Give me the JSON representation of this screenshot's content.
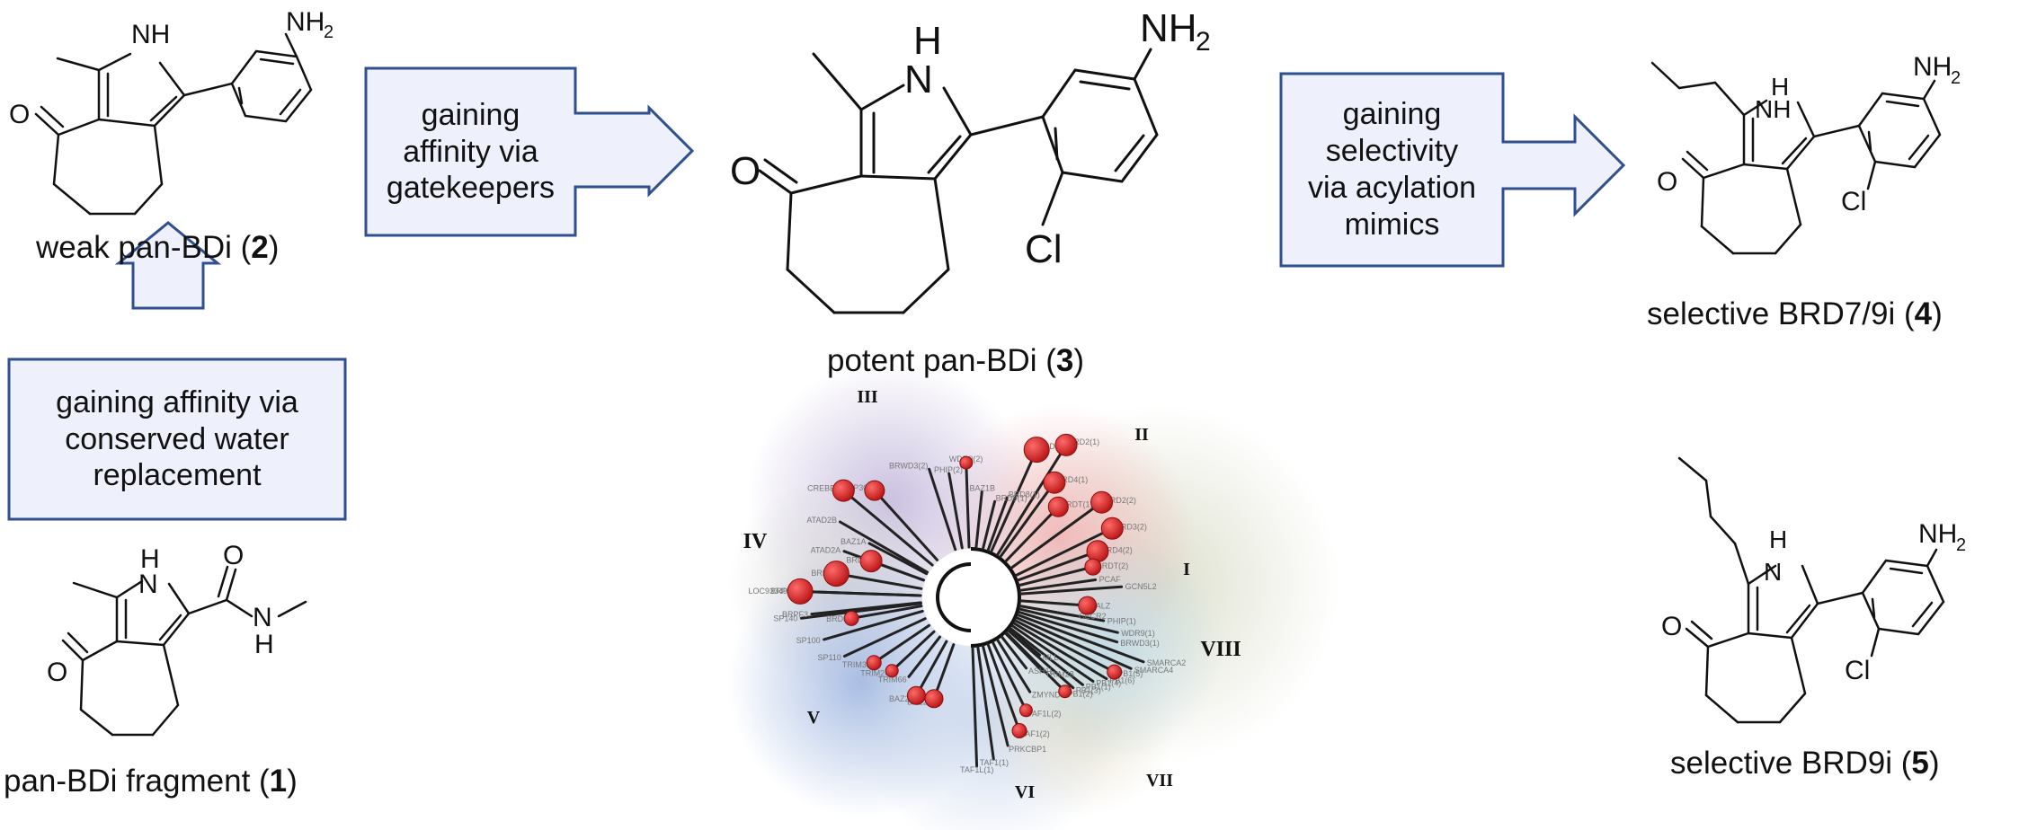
{
  "captions": {
    "c1": {
      "text": "pan-BDi fragment (",
      "num": "1",
      "end": ")"
    },
    "c2": {
      "text": "weak pan-BDi (",
      "num": "2",
      "end": ")"
    },
    "c3": {
      "text": "potent pan-BDi (",
      "num": "3",
      "end": ")"
    },
    "c4": {
      "text": "selective BRD7/9i (",
      "num": "4",
      "end": ")"
    },
    "c5": {
      "text": "selective BRD9i (",
      "num": "5",
      "end": ")"
    }
  },
  "arrows": {
    "up": [
      "gaining affinity via",
      "conserved water",
      "replacement"
    ],
    "right1": [
      "gaining",
      "affinity via",
      "gatekeepers"
    ],
    "right2": [
      "gaining",
      "selectivity",
      "via acylation",
      "mimics"
    ]
  },
  "atoms": {
    "nh": "NH",
    "n": "N",
    "h": "H",
    "o": "O",
    "nh2": "NH",
    "sub2": "2",
    "cl": "Cl"
  },
  "tree": {
    "family_labels": [
      "I",
      "II",
      "III",
      "IV",
      "V",
      "VI",
      "VII",
      "VIII"
    ],
    "leaf_labels": [
      "BRWD3(2)",
      "PHIP(2)",
      "WDR9(2)",
      "BAZ1B",
      "BRD9(1)",
      "BRD8(1)",
      "CREBBP",
      "EP300",
      "ATAD2B",
      "ATAD2A",
      "BAZ1A",
      "BRD7",
      "BRD1",
      "BRPF1",
      "BRPF3",
      "BRD9",
      "BRD2(1)",
      "BRD3(1)",
      "BRD4(1)",
      "BRDT(1)",
      "BRD2(2)",
      "BRD3(2)",
      "BRD4(2)",
      "BRDT(2)",
      "PCAF",
      "GCN5L2",
      "FALZ",
      "CECR2",
      "BAZ2A",
      "BAZ2B",
      "TRIM66",
      "TRIM24",
      "TRIM33",
      "SP110",
      "SP100",
      "SP140",
      "LOC93349",
      "MLL",
      "TRIM28",
      "ASH1L",
      "ZMYND11",
      "TAF1L(2)",
      "TAF1(2)",
      "PRKCBP1",
      "TAF1(1)",
      "TAF1L(1)",
      "PHIP(1)",
      "WDR9(1)",
      "BRWD3(1)",
      "SMARCA2",
      "SMARCA4",
      "PB1(5)",
      "PB1(6)",
      "PB1(4)",
      "PB1(1)",
      "PB1(3)",
      "PB1(2)"
    ]
  },
  "colors": {
    "arrow_fill": "#eef1fb",
    "arrow_stroke": "#2f4f8f",
    "ligand_bubble": "#cc2020",
    "bond": "#111111"
  }
}
